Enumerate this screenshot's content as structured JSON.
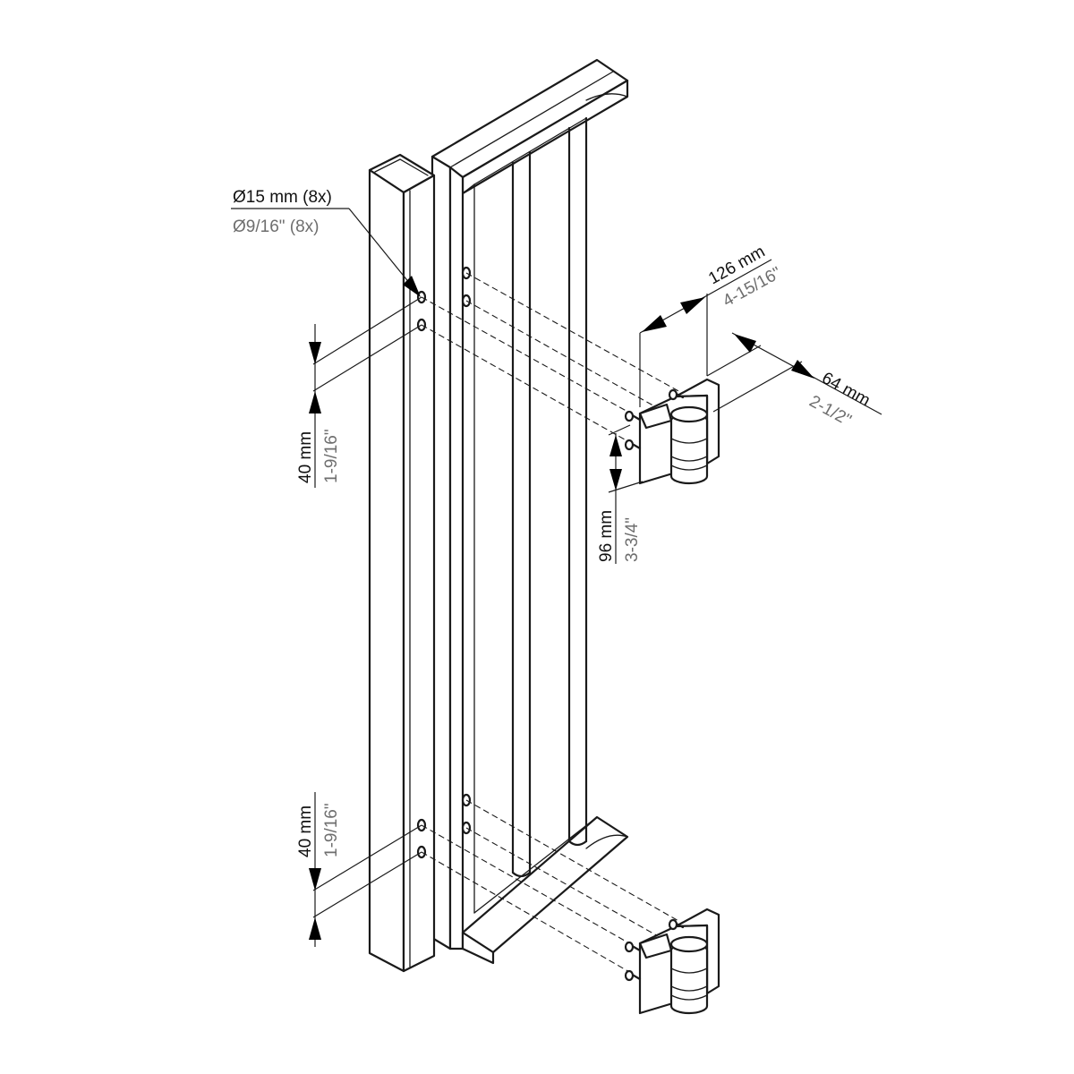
{
  "hole_callout": {
    "metric": "Ø15 mm (8x)",
    "imperial": "Ø9/16\" (8x)"
  },
  "dimensions": {
    "top_spacing": {
      "metric": "40 mm",
      "imperial": "1-9/16\""
    },
    "bottom_spacing": {
      "metric": "40 mm",
      "imperial": "1-9/16\""
    },
    "hinge_height": {
      "metric": "96 mm",
      "imperial": "3-3/4\""
    },
    "hinge_width": {
      "metric": "126 mm",
      "imperial": "4-15/16\""
    },
    "hinge_depth": {
      "metric": "64 mm",
      "imperial": "2-1/2\""
    }
  },
  "colors": {
    "line": "#1a1a1a",
    "imperial_text": "#6e6e6e",
    "background": "#ffffff"
  }
}
